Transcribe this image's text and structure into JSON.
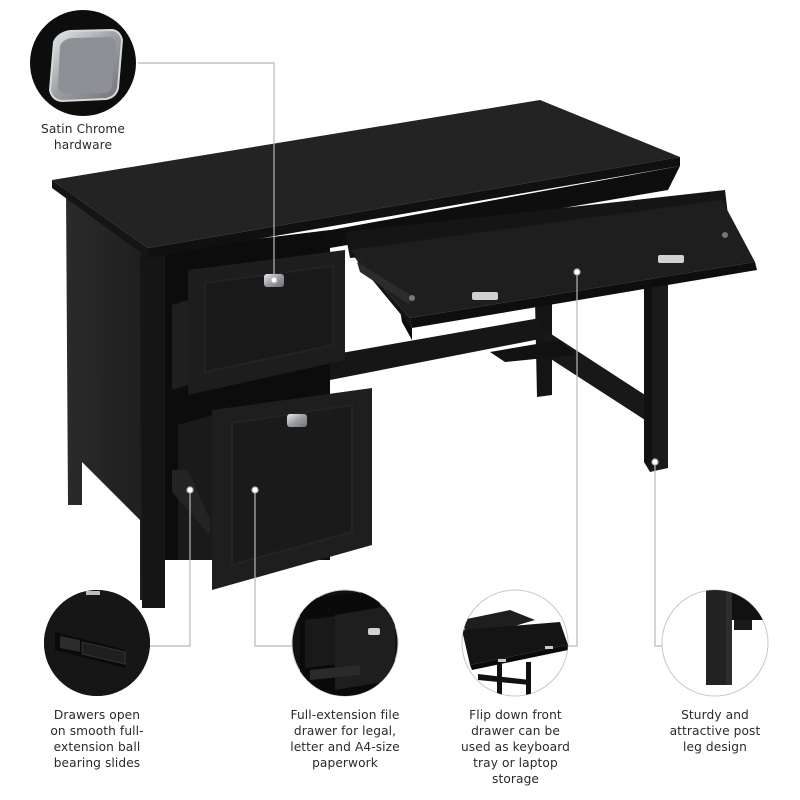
{
  "infographic": {
    "subject": "Black writing desk with file drawers and flip-down keyboard tray",
    "colors": {
      "background": "#ffffff",
      "desk_dark": "#1b1b1b",
      "desk_mid": "#262626",
      "desk_top": "#232323",
      "desk_edge": "#0f0f0f",
      "chrome": "#b9bcbf",
      "connector_line": "#b8b8b8",
      "text": "#2a2a2a"
    },
    "callouts": [
      {
        "id": "hardware",
        "icon": "chrome-pull-icon",
        "lines": [
          "Satin Chrome",
          "hardware"
        ]
      },
      {
        "id": "slides",
        "icon": "ball-bearing-slide-icon",
        "lines": [
          "Drawers open",
          "on smooth full-",
          "extension ball",
          "bearing slides"
        ]
      },
      {
        "id": "file-drawer",
        "icon": "file-drawer-icon",
        "lines": [
          "Full-extension file",
          "drawer for legal,",
          "letter and A4-size",
          "paperwork"
        ]
      },
      {
        "id": "keyboard-tray",
        "icon": "keyboard-tray-icon",
        "lines": [
          "Flip down front",
          "drawer can be",
          "used as keyboard",
          "tray or laptop",
          "storage"
        ]
      },
      {
        "id": "post-leg",
        "icon": "post-leg-icon",
        "lines": [
          "Sturdy and",
          "attractive post",
          "leg design"
        ]
      }
    ]
  }
}
